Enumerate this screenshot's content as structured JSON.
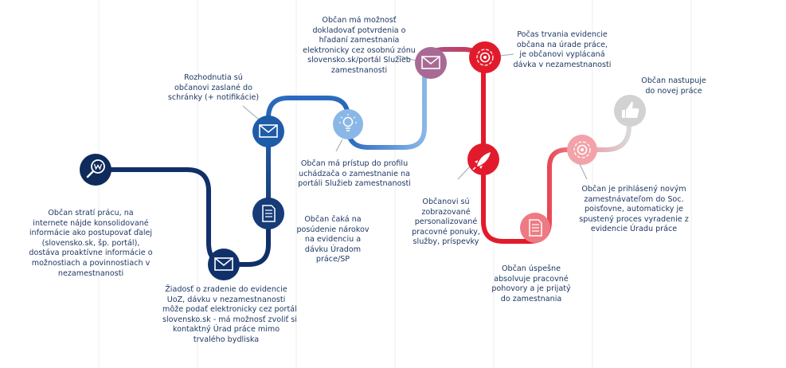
{
  "colors": {
    "navy": "#0f2b5b",
    "blue": "#1e5ca8",
    "lightblue": "#6fa3da",
    "purple": "#a05a8e",
    "red": "#e21b2c",
    "pink": "#ef7f86",
    "grey": "#c9c9c9",
    "text": "#1f3864"
  },
  "steps": [
    {
      "id": "lose-job",
      "icon": "magnifier-w-icon",
      "lines": [
        "Občan stratí prácu, na",
        "internete nájde konsolidované",
        "informácie ako postupovať ďalej",
        "(slovensko.sk, šp. portál),",
        "dostáva proaktívne informácie o",
        "možnostiach a povinnostiach v",
        "nezamestnanosti"
      ]
    },
    {
      "id": "apply",
      "icon": "envelope-icon",
      "lines": [
        "Žiadosť o zradenie do evidencie",
        "UoZ, dávku v nezamestnanosti",
        "môže podať elektronicky cez portál",
        "slovensko.sk - má možnosť zvoliť si",
        "kontaktný Úrad práce mimo",
        "trvalého bydliska"
      ]
    },
    {
      "id": "wait",
      "icon": "document-icon",
      "lines": [
        "Občan čaká na",
        "posúdenie nárokov",
        "na evidenciu a",
        "dávku Úradom",
        "práce/SP"
      ]
    },
    {
      "id": "decision",
      "icon": "envelope-icon",
      "lines": [
        "Rozhodnutia sú",
        "občanovi zaslané do",
        "schránky (+ notifikácie)"
      ]
    },
    {
      "id": "profile",
      "icon": "lightbulb-icon",
      "lines": [
        "Občan má prístup do profilu",
        "uchádzača o zamestnanie na",
        "portáli Služieb zamestnanosti"
      ]
    },
    {
      "id": "proof",
      "icon": "envelope-icon",
      "lines": [
        "Občan má možnosť",
        "dokladovať potvrdenia o",
        "hľadaní zamestnania",
        "elektronicky cez osobnú zónu",
        "slovensko.sk/portál Služieb",
        "zamestnanosti"
      ]
    },
    {
      "id": "benefit",
      "icon": "gear-cycle-icon",
      "lines": [
        "Počas trvania evidencie",
        "občana na úrade práce,",
        "je občanovi vyplácaná",
        "dávka v nezamestnanosti"
      ]
    },
    {
      "id": "offers",
      "icon": "rocket-icon",
      "lines": [
        "Občanovi sú",
        "zobrazované",
        "personalizované",
        "pracovné ponuky,",
        "služby, príspevky"
      ]
    },
    {
      "id": "interview",
      "icon": "document-icon",
      "lines": [
        "Občan úspešne",
        "absolvuje pracovné",
        "pohovory a je prijatý",
        "do zamestnania"
      ]
    },
    {
      "id": "registered",
      "icon": "gear-cycle-icon",
      "lines": [
        "Občan je prihlásený novým",
        "zamestnávateľom do Soc.",
        "poisťovne, automaticky je",
        "spustený proces vyradenie z",
        "evidencie Úradu práce"
      ]
    },
    {
      "id": "new-job",
      "icon": "thumbs-up-icon",
      "lines": [
        "Občan nastupuje",
        "do novej práce"
      ]
    }
  ]
}
